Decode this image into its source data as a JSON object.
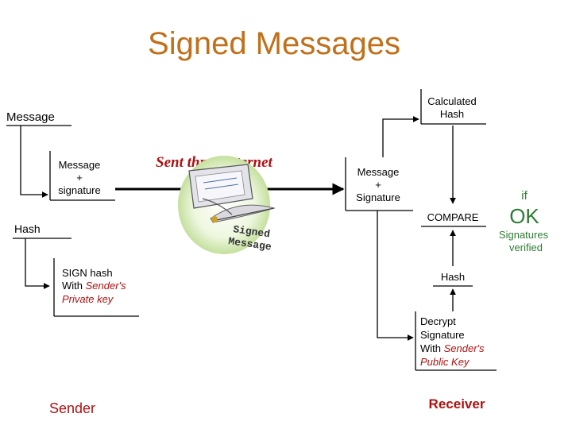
{
  "title": "Signed Messages",
  "sender_side": {
    "message": "Message",
    "hash": "Hash",
    "message_signature": [
      "Message",
      "+",
      "signature"
    ],
    "sign_hash": {
      "line1": "SIGN hash",
      "line2_prefix": "With ",
      "line2_highlight": "Sender's",
      "line3_highlight": "Private key"
    },
    "label": "Sender"
  },
  "transit": {
    "label": "Sent thru' Internet",
    "clipart_text": [
      "Signed",
      "Message"
    ]
  },
  "receiver_side": {
    "calculated_hash": [
      "Calculated",
      "Hash"
    ],
    "message_signature": [
      "Message",
      "+",
      "Signature"
    ],
    "compare": "COMPARE",
    "hash": "Hash",
    "decrypt": {
      "line1": "Decrypt",
      "line2": "Signature",
      "line3_prefix": "With ",
      "line3_highlight": "Sender's",
      "line4_highlight": "Public Key"
    },
    "label": "Receiver"
  },
  "result": {
    "if": "if",
    "ok": "OK",
    "verified": [
      "Signatures",
      "verified"
    ]
  },
  "colors": {
    "title": "#c0701a",
    "highlight": "#b01010",
    "label": "#b01010"
  },
  "icons": {
    "clipart": "quill-and-envelope-icon"
  }
}
